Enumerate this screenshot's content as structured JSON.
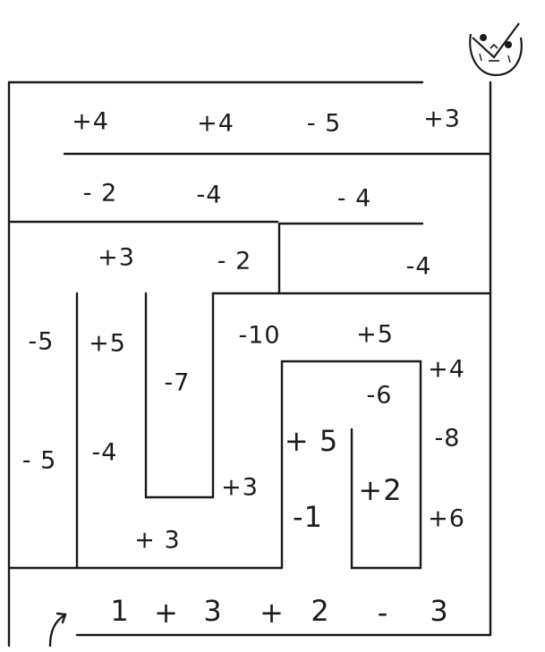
{
  "maze_numbers": {
    "r1_c1": "+4",
    "r1_c2": "+4",
    "r1_c3": "- 5",
    "r1_c4": "+3",
    "r2_c1": "- 2",
    "r2_c2": "-4",
    "r2_c3": "- 4",
    "r3_c1": "+3",
    "r3_c2": "- 2",
    "r3_c3": "-4",
    "left_top": "-5",
    "left_bottom": "- 5",
    "col2_top": "+5",
    "col2_bottom": "-4",
    "col3": "-7",
    "mid_top": "-10",
    "mid_right": "+5",
    "after_u": "+3",
    "bottom_u": "+ 3",
    "inner_top": "-6",
    "inner_left": "+ 5",
    "inner_left_low": "-1",
    "inner_center": "+2",
    "right_top": "+4",
    "right_mid": "-8",
    "right_low": "+6"
  },
  "formula": {
    "terms": [
      "1",
      "+",
      "3",
      "+",
      "2",
      "-",
      "3"
    ]
  },
  "entry_arrow": "curved-start-arrow-icon",
  "face": "smiley-face-icon",
  "colors": {
    "ink": "#1a1a1a",
    "paper": "#ffffff"
  }
}
